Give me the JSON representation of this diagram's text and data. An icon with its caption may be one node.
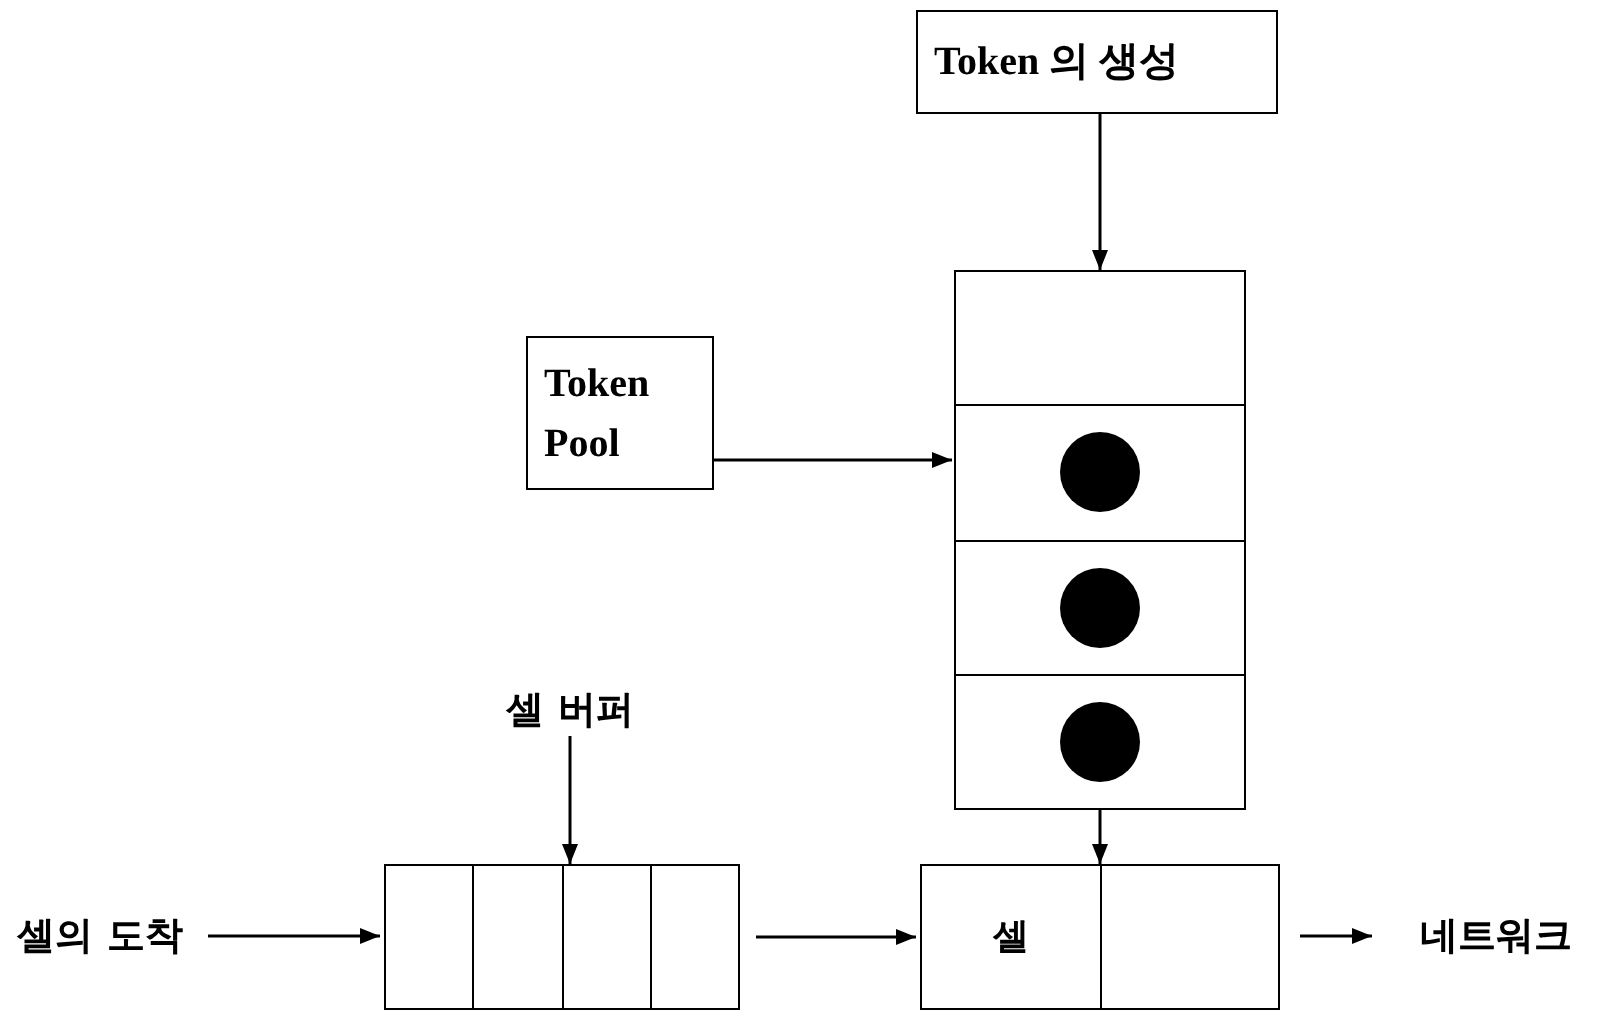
{
  "diagram": {
    "nodes": [
      {
        "text": [
          "Token 의 생성"
        ]
      },
      {
        "text": [
          "Token Pool"
        ]
      },
      {
        "text": [],
        "shape": "box"
      },
      {
        "text": [
          "셀의 도착"
        ]
      },
      {
        "text": [],
        "shape": "box"
      },
      {
        "text": [
          "셀 버퍼"
        ]
      },
      {
        "text": [
          "셀"
        ]
      },
      {
        "text": [
          "네트워크"
        ]
      }
    ],
    "edges": [
      {
        "from": 0,
        "to": 2,
        "arrow": "to"
      },
      {
        "from": 1,
        "to": 2,
        "arrow": "to"
      },
      {
        "from": 3,
        "to": 4,
        "arrow": "to"
      },
      {
        "from": 5,
        "to": 4,
        "arrow": "to"
      },
      {
        "from": 4,
        "to": 6,
        "arrow": "to"
      },
      {
        "from": 2,
        "to": 6,
        "arrow": "to"
      },
      {
        "from": 6,
        "to": 7,
        "arrow": "to"
      }
    ]
  }
}
